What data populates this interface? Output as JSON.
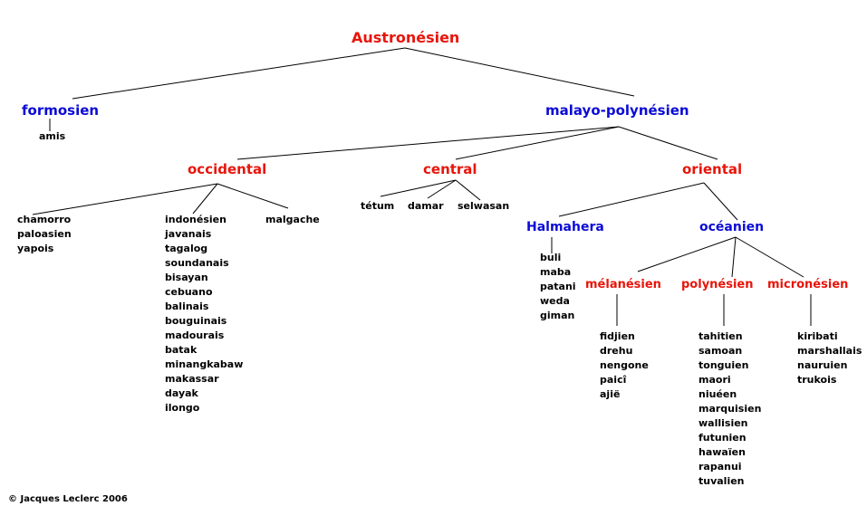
{
  "tree": {
    "root": {
      "label": "Austronésien",
      "color": "#e8150b"
    },
    "formosien": {
      "label": "formosien",
      "color": "#0b0bd6",
      "languages": [
        "amis"
      ]
    },
    "malayo_polynesien": {
      "label": "malayo-polynésien",
      "color": "#0b0bd6"
    },
    "occidental": {
      "label": "occidental",
      "color": "#e8150b",
      "groups": [
        [
          "chamorro",
          "paloasien",
          "yapois"
        ],
        [
          "indonésien",
          "javanais",
          "tagalog",
          "soundanais",
          "bisayan",
          "cebuano",
          "balinais",
          "bouguinais",
          "madourais",
          "batak",
          "minangkabaw",
          "makassar",
          "dayak",
          "ilongo"
        ],
        [
          "malgache"
        ]
      ]
    },
    "central": {
      "label": "central",
      "color": "#e8150b",
      "languages": [
        "tétum",
        "damar",
        "selwasan"
      ]
    },
    "oriental": {
      "label": "oriental",
      "color": "#e8150b"
    },
    "halmahera": {
      "label": "Halmahera",
      "color": "#0b0bd6",
      "languages": [
        "buli",
        "maba",
        "patani",
        "weda",
        "giman"
      ]
    },
    "oceanien": {
      "label": "océanien",
      "color": "#0b0bd6"
    },
    "melanesien": {
      "label": "mélanésien",
      "color": "#e8150b",
      "languages": [
        "fidjien",
        "drehu",
        "nengone",
        "paicî",
        "ajië"
      ]
    },
    "polynesien": {
      "label": "polynésien",
      "color": "#e8150b",
      "languages": [
        "tahitien",
        "samoan",
        "tonguien",
        "maori",
        "niuéen",
        "marquisien",
        "wallisien",
        "futunien",
        "hawaïen",
        "rapanui",
        "tuvalien"
      ]
    },
    "micronesien": {
      "label": "micronésien",
      "color": "#e8150b",
      "languages": [
        "kiribati",
        "marshallais",
        "nauruien",
        "trukois"
      ]
    }
  },
  "credit": "© Jacques Leclerc 2006"
}
